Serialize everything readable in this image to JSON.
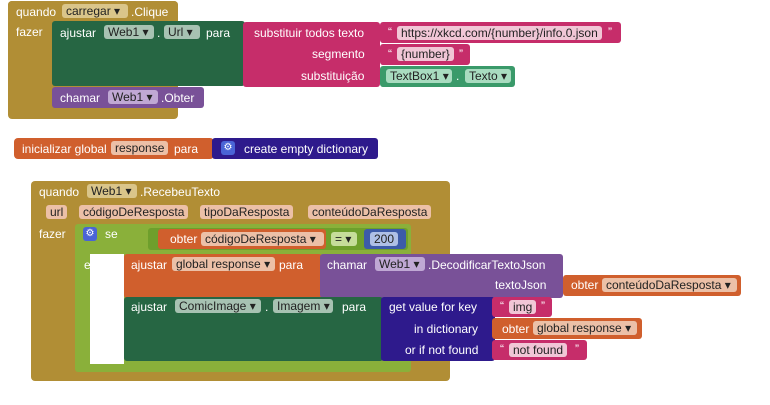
{
  "block1": {
    "when_label": "quando",
    "component": "carregar",
    "event": ".Clique",
    "do_label": "fazer",
    "set_label": "ajustar",
    "set_component": "Web1",
    "set_property": "Url",
    "to_label": "para",
    "replace_label": "substituir todos texto",
    "url_text": "https://xkcd.com/{number}/info.0.json",
    "segment_label": "segmento",
    "segment_text": "{number}",
    "replacement_label": "substituição",
    "textbox_component": "TextBox1",
    "dot": ".",
    "textbox_property": "Texto",
    "call_label": "chamar",
    "call_component": "Web1",
    "call_method": ".Obter"
  },
  "block2": {
    "init_label": "inicializar global",
    "var_name": "response",
    "to_label": "para",
    "dict_label": "create empty dictionary"
  },
  "block3": {
    "when_label": "quando",
    "component": "Web1",
    "event": ".RecebeuTexto",
    "params": [
      "url",
      "códigoDeResposta",
      "tipoDaResposta",
      "conteúdoDaResposta"
    ],
    "do_label": "fazer",
    "if_label": "se",
    "get_label": "obter",
    "get_param": "códigoDeResposta",
    "compare_op": "=",
    "compare_value": "200",
    "then_label": "então",
    "set_label": "ajustar",
    "set_global": "global response",
    "to_label": "para",
    "call_label": "chamar",
    "call_component": "Web1",
    "call_method": ".DecodificarTextoJson",
    "json_arg_label": "textoJson",
    "get_content": "conteúdoDaResposta",
    "set2_component": "ComicImage",
    "dot": ".",
    "set2_property": "Imagem",
    "getvalue_label": "get value for key",
    "key_text": "img",
    "in_dict_label": "in dictionary",
    "get_global": "global response",
    "notfound_label": "or if not found",
    "notfound_text": "not found"
  }
}
